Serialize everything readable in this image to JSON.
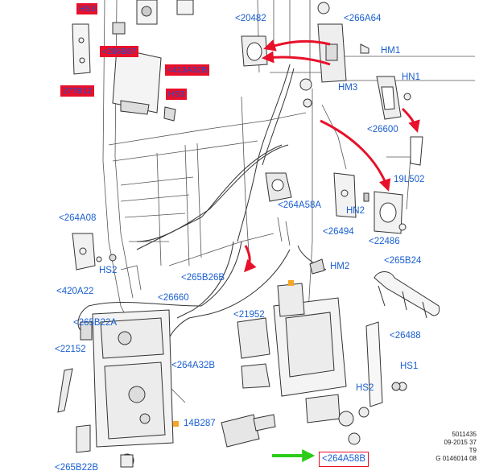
{
  "callouts": {
    "hs3_top": "HS3",
    "c286b87": "<286B87",
    "c413a32b": "<413A32B",
    "c277b12": "277B12",
    "hs3_mid": "HS3",
    "c20482": "<20482",
    "c266a64": "<266A64",
    "hm1": "HM1",
    "hn1": "HN1",
    "hm3": "HM3",
    "c26600": "<26600",
    "c19l502": "19L502",
    "c264a58a": "<264A58A",
    "hn2": "HN2",
    "c264a08": "<264A08",
    "c26494": "<26494",
    "c22486": "<22486",
    "hs2_left": "HS2",
    "hm2": "HM2",
    "c265b24": "<265B24",
    "c265b26b": "<265B26B",
    "c420a22": "<420A22",
    "c26660": "<26660",
    "c21952": "<21952",
    "c26488": "<26488",
    "c265b22a": "<265B22A",
    "c22152": "<22152",
    "c264a32b": "<264A32B",
    "hs1": "HS1",
    "hs2_right": "HS2",
    "c14b287": "14B287",
    "c264a58b": "<264A58B",
    "c265b22b": "<265B22B"
  },
  "footer": {
    "line1": "5011435",
    "line2": "09-2015 37",
    "line3": "T9",
    "line4": "G 0146014 08"
  },
  "colors": {
    "callout_text": "#1a5fd0",
    "highlight_red": "#e8102a",
    "arrow_red": "#e8102a",
    "arrow_green": "#2ecc1a",
    "marker_orange": "#f5a623",
    "line_art": "#333333"
  }
}
